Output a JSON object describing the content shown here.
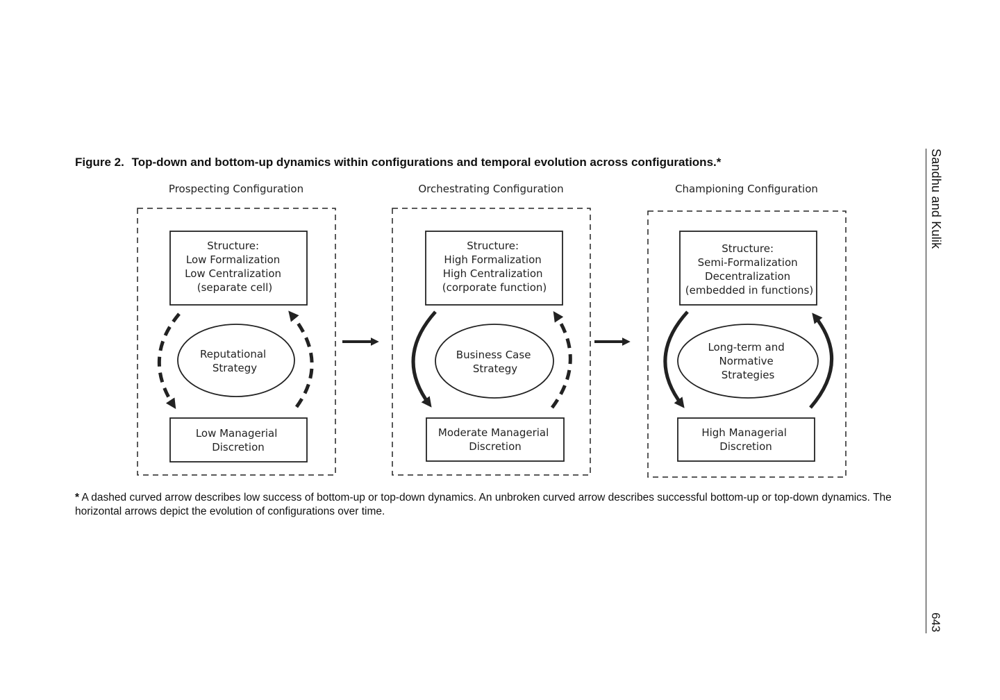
{
  "figure": {
    "label": "Figure 2.",
    "title": "Top-down and bottom-up dynamics within configurations and temporal evolution across configurations.*"
  },
  "configurations": [
    {
      "name": "Prospecting Configuration",
      "structure": [
        "Structure:",
        "Low Formalization",
        "Low Centralization",
        "(separate cell)"
      ],
      "strategy": [
        "Reputational",
        "Strategy"
      ],
      "discretion": [
        "Low Managerial",
        "Discretion"
      ],
      "top_down": "dashed",
      "bottom_up": "dashed"
    },
    {
      "name": "Orchestrating Configuration",
      "structure": [
        "Structure:",
        "High Formalization",
        "High Centralization",
        "(corporate function)"
      ],
      "strategy": [
        "Business Case",
        "Strategy"
      ],
      "discretion": [
        "Moderate Managerial",
        "Discretion"
      ],
      "top_down": "solid",
      "bottom_up": "dashed"
    },
    {
      "name": "Championing Configuration",
      "structure": [
        "Structure:",
        "Semi-Formalization",
        "Decentralization",
        "(embedded in functions)"
      ],
      "strategy": [
        "Long-term and",
        "Normative",
        "Strategies"
      ],
      "discretion": [
        "High Managerial",
        "Discretion"
      ],
      "top_down": "solid",
      "bottom_up": "solid"
    }
  ],
  "footnote": {
    "marker": "*",
    "text": "A dashed curved arrow describes low success of bottom-up or top-down dynamics. An unbroken curved arrow describes successful bottom-up or top-down dynamics. The horizontal arrows depict the evolution of configurations over time."
  },
  "running_head": {
    "authors": "Sandhu and Kulik",
    "page_number": "643"
  },
  "colors": {
    "ink": "#222222",
    "background": "#ffffff"
  }
}
